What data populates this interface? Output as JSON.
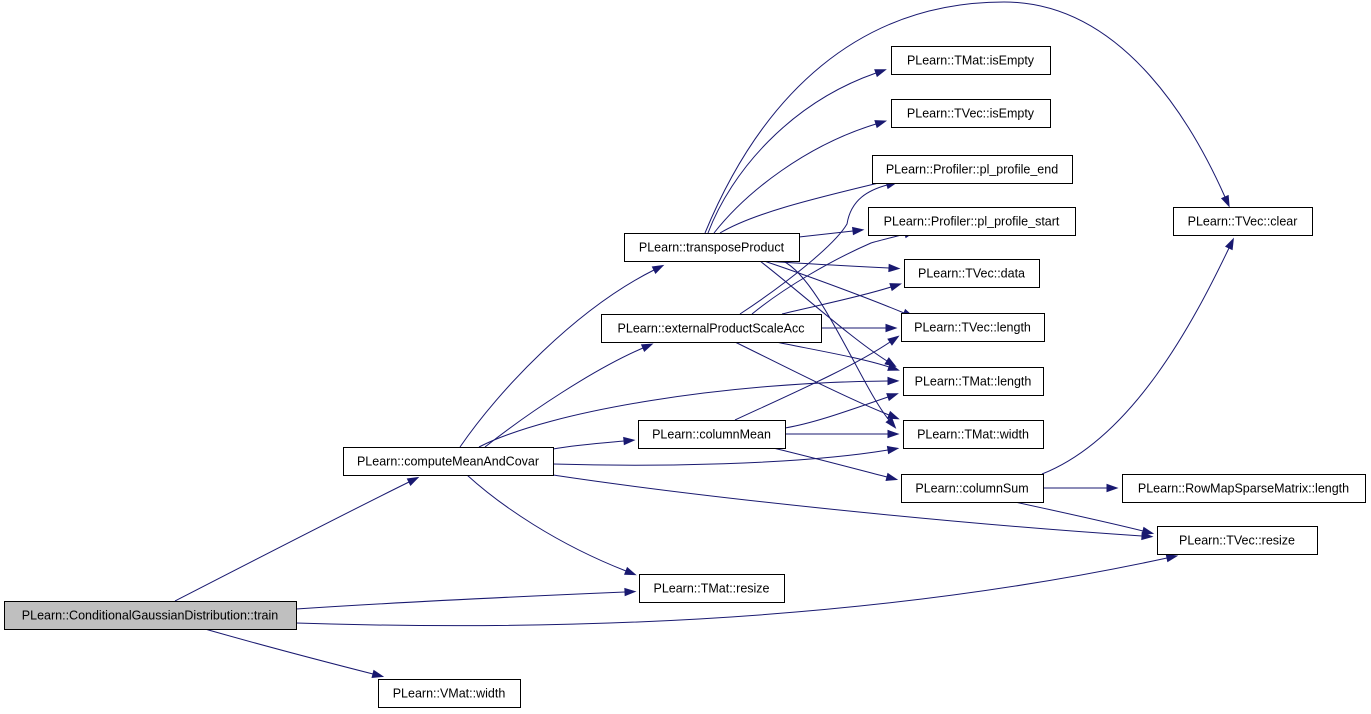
{
  "graph": {
    "edge_color": "#191970",
    "root_fill": "#bfbfbf",
    "nodes": [
      {
        "id": "train",
        "label": "PLearn::ConditionalGaussianDistribution::train",
        "root": true
      },
      {
        "id": "cmac",
        "label": "PLearn::computeMeanAndCovar"
      },
      {
        "id": "vmat_width",
        "label": "PLearn::VMat::width"
      },
      {
        "id": "tmat_resize",
        "label": "PLearn::TMat::resize"
      },
      {
        "id": "tvec_resize",
        "label": "PLearn::TVec::resize"
      },
      {
        "id": "transprod",
        "label": "PLearn::transposeProduct"
      },
      {
        "id": "extprod",
        "label": "PLearn::externalProductScaleAcc"
      },
      {
        "id": "colmean",
        "label": "PLearn::columnMean"
      },
      {
        "id": "colsum",
        "label": "PLearn::columnSum"
      },
      {
        "id": "tmat_isempty",
        "label": "PLearn::TMat::isEmpty"
      },
      {
        "id": "tvec_isempty",
        "label": "PLearn::TVec::isEmpty"
      },
      {
        "id": "prof_end",
        "label": "PLearn::Profiler::pl_profile_end"
      },
      {
        "id": "prof_start",
        "label": "PLearn::Profiler::pl_profile_start"
      },
      {
        "id": "tvec_data",
        "label": "PLearn::TVec::data"
      },
      {
        "id": "tvec_length",
        "label": "PLearn::TVec::length"
      },
      {
        "id": "tmat_length",
        "label": "PLearn::TMat::length"
      },
      {
        "id": "tmat_width",
        "label": "PLearn::TMat::width"
      },
      {
        "id": "tvec_clear",
        "label": "PLearn::TVec::clear"
      },
      {
        "id": "rmsm_length",
        "label": "PLearn::RowMapSparseMatrix::length"
      }
    ],
    "edges": [
      {
        "from": "train",
        "to": "cmac"
      },
      {
        "from": "train",
        "to": "tmat_resize"
      },
      {
        "from": "train",
        "to": "tvec_resize"
      },
      {
        "from": "train",
        "to": "vmat_width"
      },
      {
        "from": "cmac",
        "to": "transprod"
      },
      {
        "from": "cmac",
        "to": "extprod"
      },
      {
        "from": "cmac",
        "to": "tmat_length"
      },
      {
        "from": "cmac",
        "to": "colmean"
      },
      {
        "from": "cmac",
        "to": "tmat_width"
      },
      {
        "from": "cmac",
        "to": "tvec_resize"
      },
      {
        "from": "cmac",
        "to": "tmat_resize"
      },
      {
        "from": "transprod",
        "to": "tmat_isempty"
      },
      {
        "from": "transprod",
        "to": "tvec_isempty"
      },
      {
        "from": "transprod",
        "to": "prof_end"
      },
      {
        "from": "transprod",
        "to": "prof_start"
      },
      {
        "from": "transprod",
        "to": "tvec_data"
      },
      {
        "from": "transprod",
        "to": "tvec_length"
      },
      {
        "from": "transprod",
        "to": "tmat_length"
      },
      {
        "from": "transprod",
        "to": "tmat_width"
      },
      {
        "from": "transprod",
        "to": "tvec_clear"
      },
      {
        "from": "extprod",
        "to": "prof_end"
      },
      {
        "from": "extprod",
        "to": "prof_start"
      },
      {
        "from": "extprod",
        "to": "tvec_data"
      },
      {
        "from": "extprod",
        "to": "tvec_length"
      },
      {
        "from": "extprod",
        "to": "tmat_length"
      },
      {
        "from": "extprod",
        "to": "tmat_width"
      },
      {
        "from": "colmean",
        "to": "tvec_length"
      },
      {
        "from": "colmean",
        "to": "tmat_length"
      },
      {
        "from": "colmean",
        "to": "tmat_width"
      },
      {
        "from": "colmean",
        "to": "colsum"
      },
      {
        "from": "colsum",
        "to": "rmsm_length"
      },
      {
        "from": "colsum",
        "to": "tvec_resize"
      },
      {
        "from": "colsum",
        "to": "tvec_clear"
      }
    ]
  }
}
